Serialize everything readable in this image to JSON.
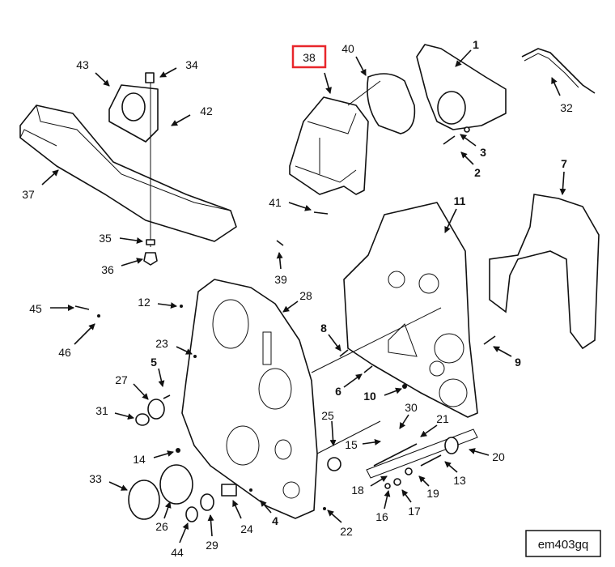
{
  "diagram": {
    "callouts": [
      "1",
      "2",
      "3",
      "4",
      "5",
      "6",
      "7",
      "8",
      "9",
      "10",
      "11",
      "12",
      "13",
      "14",
      "15",
      "16",
      "17",
      "18",
      "19",
      "20",
      "21",
      "22",
      "23",
      "24",
      "25",
      "26",
      "27",
      "28",
      "29",
      "30",
      "31",
      "32",
      "33",
      "34",
      "35",
      "36",
      "37",
      "38",
      "39",
      "40",
      "41",
      "42",
      "43",
      "44",
      "45",
      "46"
    ],
    "highlighted_callout": "38",
    "highlight_color": "#e8262b",
    "figure_id": "em403gq"
  }
}
